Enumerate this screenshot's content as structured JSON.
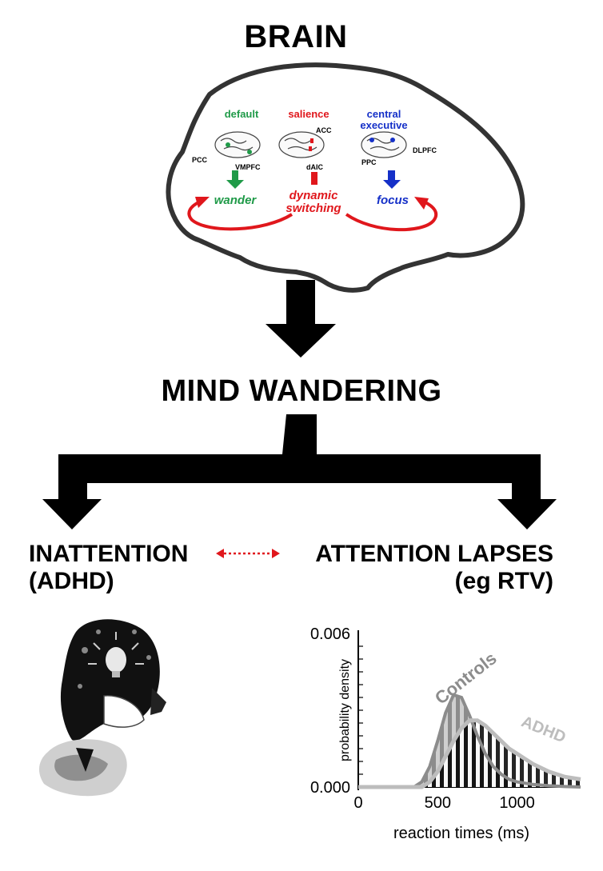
{
  "title": "BRAIN",
  "networks": {
    "default": {
      "label": "default",
      "color": "#1f9a48",
      "region_a": "PCC",
      "region_b": "VMPFC",
      "outcome": "wander"
    },
    "salience": {
      "label": "salience",
      "color": "#e0171c",
      "region_a": "ACC",
      "region_b": "dAIC",
      "outcome": "dynamic switching"
    },
    "executive": {
      "label": "central executive",
      "color": "#1530c8",
      "region_a": "PPC",
      "region_b": "DLPFC",
      "outcome": "focus"
    }
  },
  "middle_label": "MIND WANDERING",
  "left_label": {
    "line1": "INATTENTION",
    "line2": "(ADHD)"
  },
  "right_label": {
    "line1": "ATTENTION LAPSES",
    "line2": "(eg RTV)"
  },
  "chart_data": {
    "type": "area",
    "xlabel": "reaction times (ms)",
    "ylabel": "probability density",
    "xlim": [
      0,
      1400
    ],
    "ylim": [
      0,
      0.006
    ],
    "x_ticks": [
      "0",
      "500",
      "1000"
    ],
    "y_ticks": [
      "0.000",
      "0.006"
    ],
    "series": [
      {
        "name": "Controls",
        "color": "#8c8c8c",
        "x": [
          0,
          350,
          400,
          450,
          500,
          550,
          600,
          650,
          700,
          750,
          800,
          850,
          900,
          950,
          1000,
          1100,
          1200,
          1300,
          1400
        ],
        "values": [
          0,
          0,
          0.0002,
          0.0008,
          0.0018,
          0.0029,
          0.0036,
          0.0035,
          0.0028,
          0.002,
          0.0013,
          0.0008,
          0.0005,
          0.0003,
          0.0002,
          0.0001,
          5e-05,
          2e-05,
          0
        ]
      },
      {
        "name": "ADHD",
        "color": "#bdbdbd",
        "x": [
          0,
          400,
          450,
          500,
          550,
          600,
          650,
          700,
          750,
          800,
          850,
          900,
          950,
          1000,
          1050,
          1100,
          1200,
          1300,
          1400
        ],
        "values": [
          0,
          0,
          0.0002,
          0.0006,
          0.0012,
          0.0018,
          0.0023,
          0.0026,
          0.0026,
          0.0024,
          0.0021,
          0.0018,
          0.0015,
          0.0013,
          0.0011,
          0.0009,
          0.0006,
          0.0004,
          0.0003
        ]
      }
    ]
  }
}
